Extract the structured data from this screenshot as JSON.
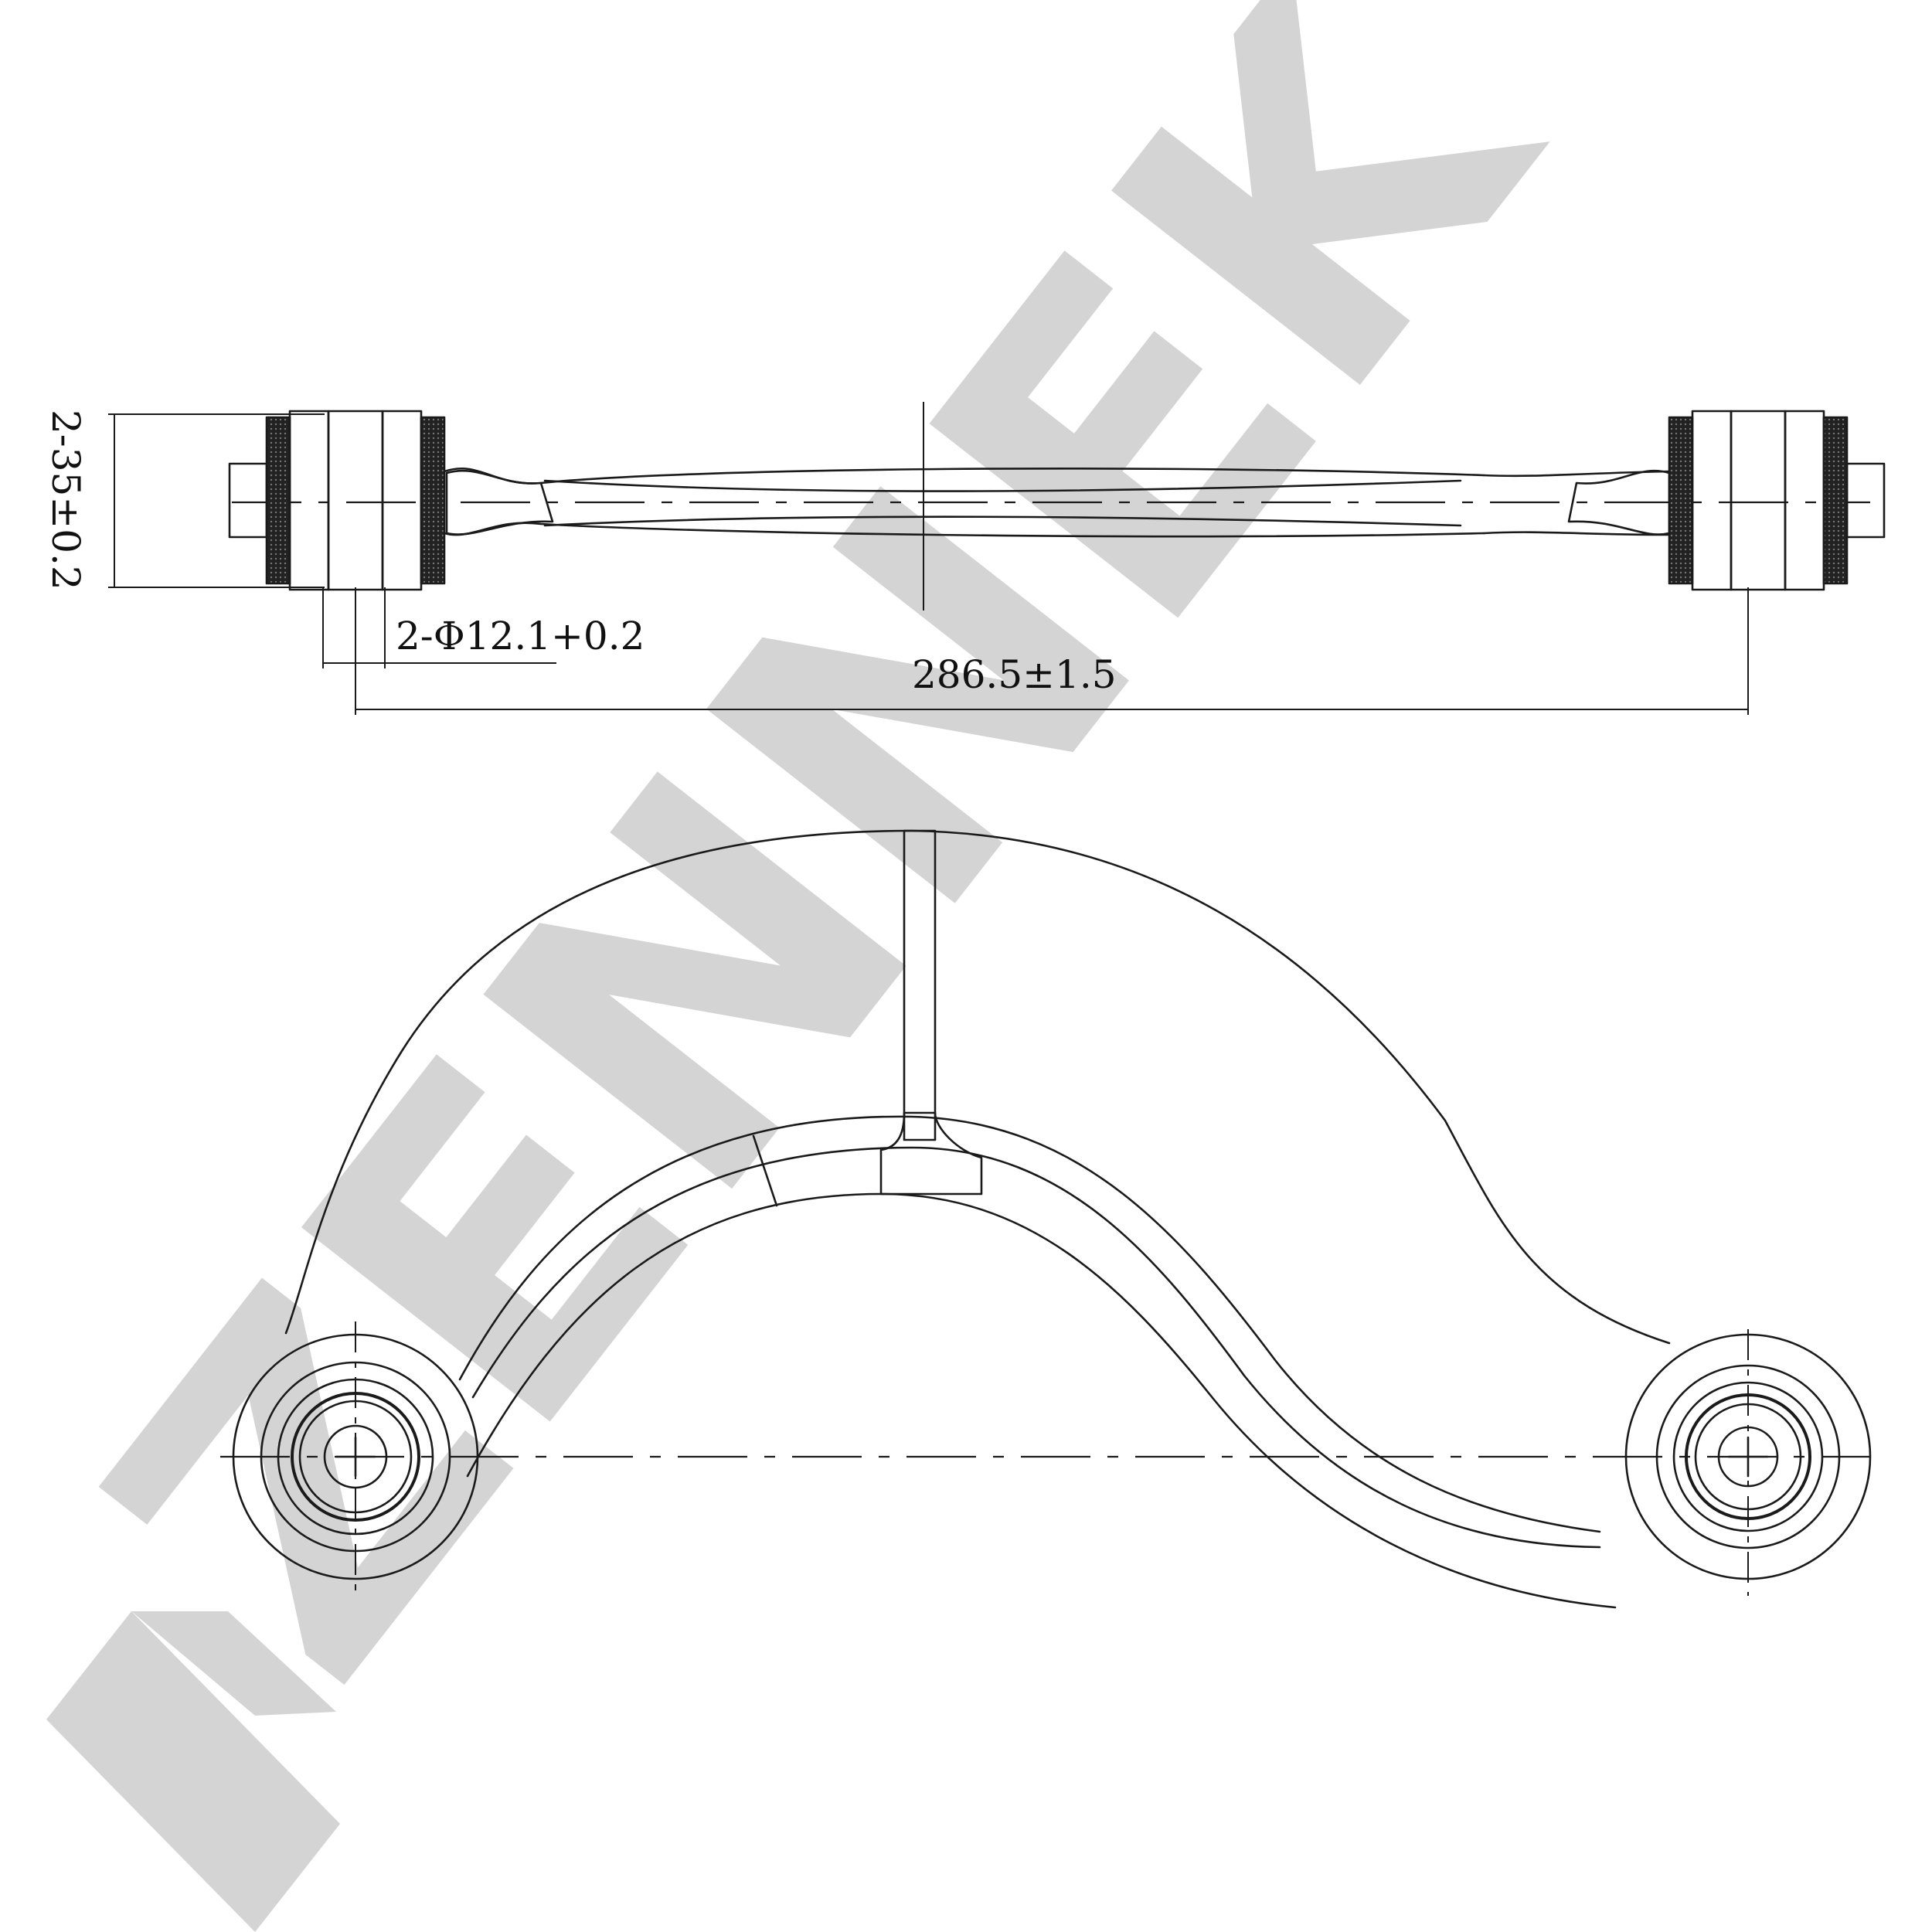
{
  "dimensions": {
    "height_label": "2-35±0.2",
    "bore_label": "2-Φ12.1+0.2",
    "length_label": "286.5±1.5"
  },
  "watermark": {
    "text": "ZENNEK",
    "color": "#d4d4d4"
  },
  "colors": {
    "line": "#1a1a1a",
    "background": "#ffffff"
  }
}
